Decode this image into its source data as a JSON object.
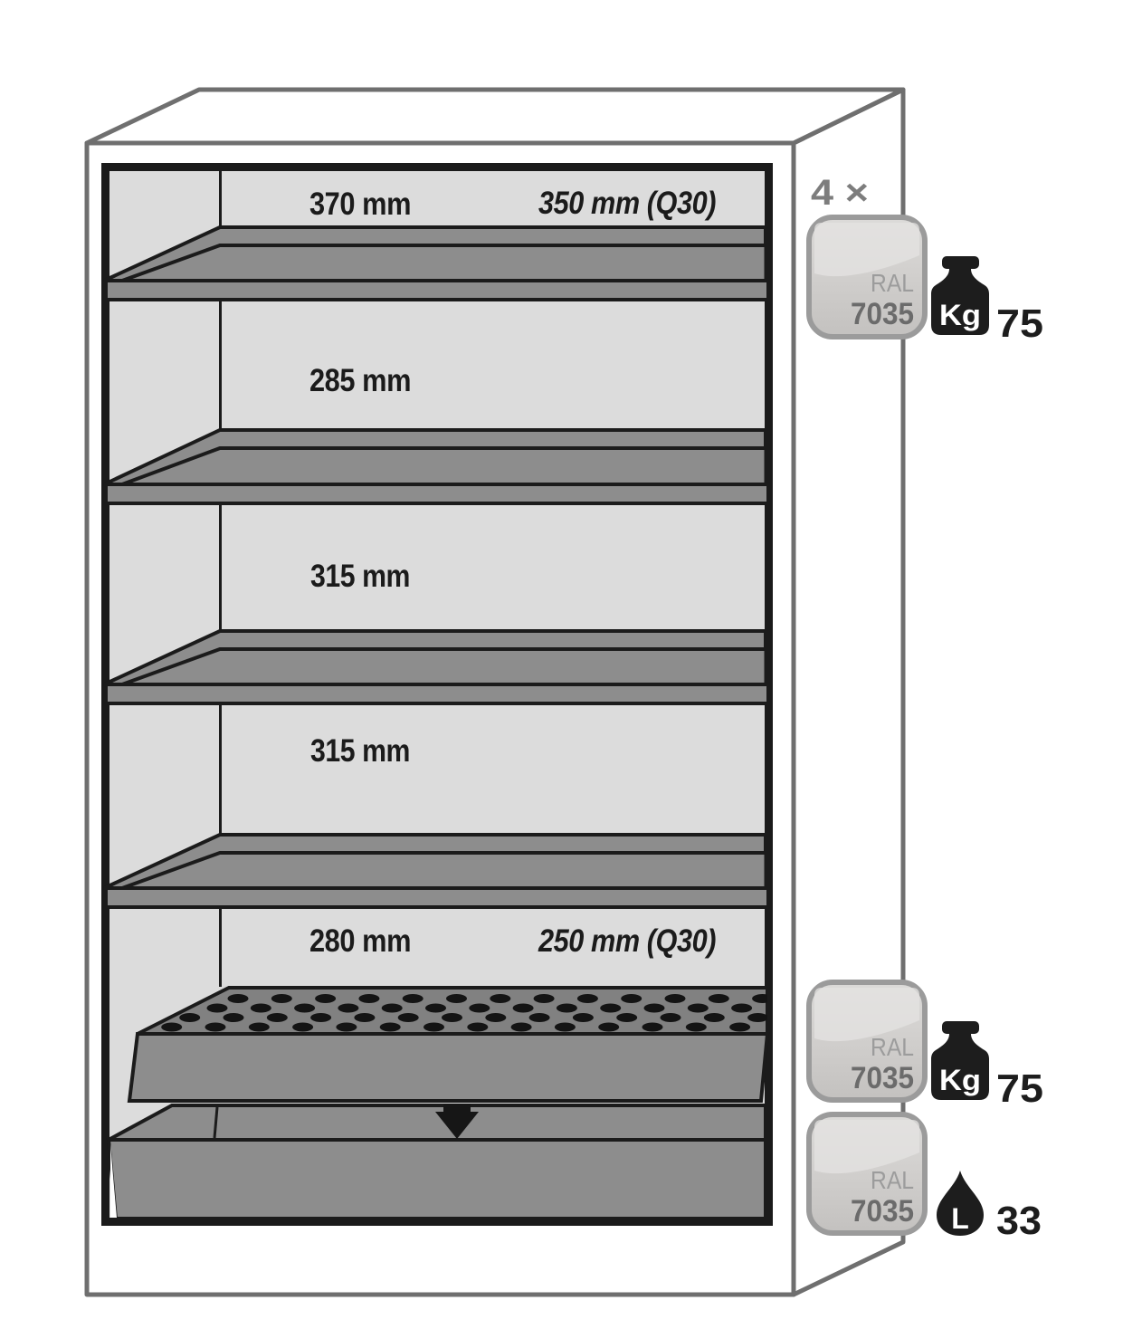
{
  "diagram": {
    "multiplier_label": "4 ×",
    "compartment_labels": [
      "370 mm",
      "285 mm",
      "315 mm",
      "315 mm",
      "280 mm"
    ],
    "q30_labels": {
      "top": "350 mm (Q30)",
      "bottom": "250 mm (Q30)"
    },
    "badges": [
      {
        "color_line1": "RAL",
        "color_line2": "7035",
        "unit": "Kg",
        "value": "75"
      },
      {
        "color_line1": "RAL",
        "color_line2": "7035",
        "unit": "Kg",
        "value": "75"
      },
      {
        "color_line1": "RAL",
        "color_line2": "7035",
        "unit": "L",
        "value": "33"
      }
    ],
    "colors": {
      "shelf_gray": "#8d8d8d",
      "insert_top_gray": "#818181",
      "interior_gray": "#dcdcdc",
      "outline_gray": "#6f6f6f",
      "frame_black": "#1b1b1b",
      "badge_border": "#9b9b9b",
      "badge_fill": "#cfcdcb",
      "icon_black": "#1d1d1d"
    }
  }
}
